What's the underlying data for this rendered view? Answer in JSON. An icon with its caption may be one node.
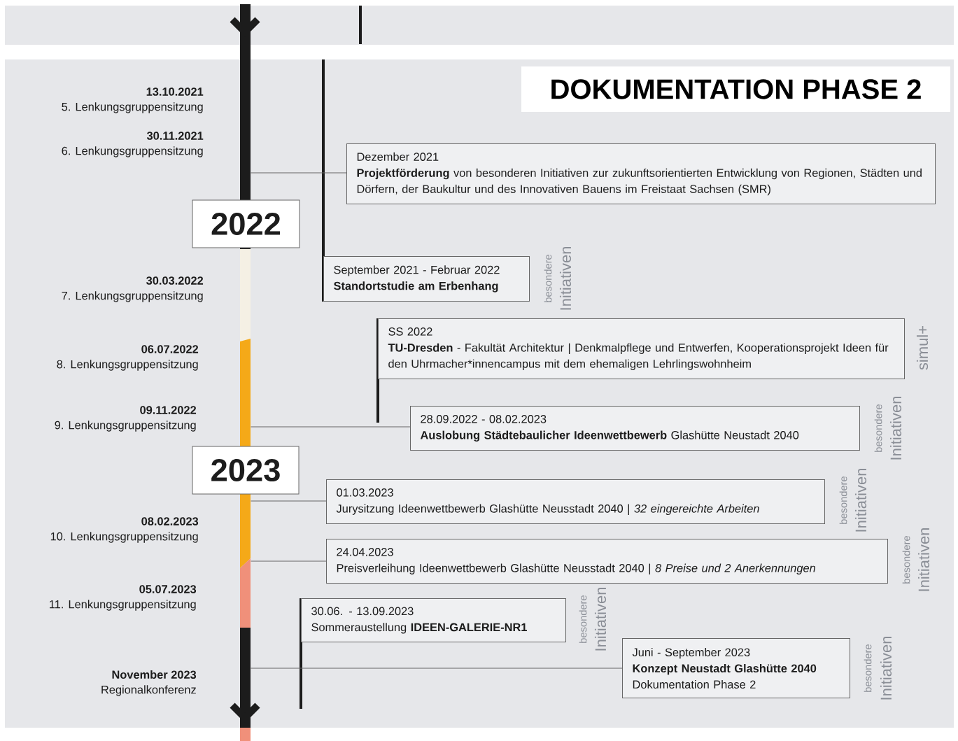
{
  "diagram": {
    "title": "DOKUMENTATION PHASE 2",
    "nodes": [
      {
        "text": [],
        "shape": "bar"
      },
      {
        "text": [
          "2022"
        ]
      },
      {
        "text": [
          "2023"
        ]
      },
      {
        "text": [
          "Dezember 2021",
          "**Projektförderung** von besonderen Initiativen zur zukunftsorientierten Entwicklung von Regionen, Städten und Dörfern, der Baukultur und des Innovativen Bauens im Freistaat Sachsen (SMR)"
        ]
      },
      {
        "text": [
          "September 2021 - Februar 2022",
          "Standortstudie am Erbenhang"
        ]
      },
      {
        "text": [
          "SS 2022",
          "**TU-Dresden** - Fakultät Architektur | Denkmalpflege und Entwerfen, Kooperationsprojekt Ideen für den Uhrmacher*innencampus mit dem ehemaligen Lehrlingswohnheim"
        ]
      },
      {
        "text": [
          "28.09.2022 - 08.02.2023",
          "**Auslobung Städtebaulicher Ideenwettbewerb** Glashütte Neustadt 2040"
        ]
      },
      {
        "text": [
          "01.03.2023",
          "Jurysitzung Ideenwettbewerb Glashütte Neusstadt 2040 | *32 eingereichte Arbeiten*"
        ]
      },
      {
        "text": [
          "24.04.2023",
          "Preisverleihung Ideenwettbewerb Glashütte Neusstadt 2040 | *8 Preise und 2 Anerkennungen*"
        ]
      },
      {
        "text": [
          "30.06. - 13.09.2023",
          "Sommeraustellung **IDEEN-GALERIE-NR1**"
        ]
      },
      {
        "text": [
          "Juni - September 2023",
          "Konzept Neustadt Glashütte 2040",
          "Dokumentation Phase 2"
        ]
      }
    ],
    "edges": [
      {
        "from": 0,
        "to": 3,
        "arrow": "none"
      },
      {
        "from": 0,
        "to": 6,
        "arrow": "none"
      },
      {
        "from": 0,
        "to": 7,
        "arrow": "none"
      },
      {
        "from": 0,
        "to": 8,
        "arrow": "none"
      },
      {
        "from": 0,
        "to": 10,
        "arrow": "none"
      }
    ],
    "labels": [
      "13.10.2021",
      "5. Lenkungsgruppensitzung",
      "30.11.2021",
      "6. Lenkungsgruppensitzung",
      "30.03.2022",
      "7. Lenkungsgruppensitzung",
      "besondere",
      "Initiativen",
      "06.07.2022",
      "8. Lenkungsgruppensitzung",
      "simul+",
      "09.11.2022",
      "9. Lenkungsgruppensitzung",
      "besondere",
      "Initiativen",
      "besondere",
      "Initiativen",
      "08.02.2023",
      "10. Lenkungsgruppensitzung",
      "besondere",
      "Initiativen",
      "05.07.2023",
      "11. Lenkungsgruppensitzung",
      "besondere",
      "Initiativen",
      "besondere",
      "Initiativen",
      "November 2023",
      "Regionalkonferenz"
    ]
  }
}
